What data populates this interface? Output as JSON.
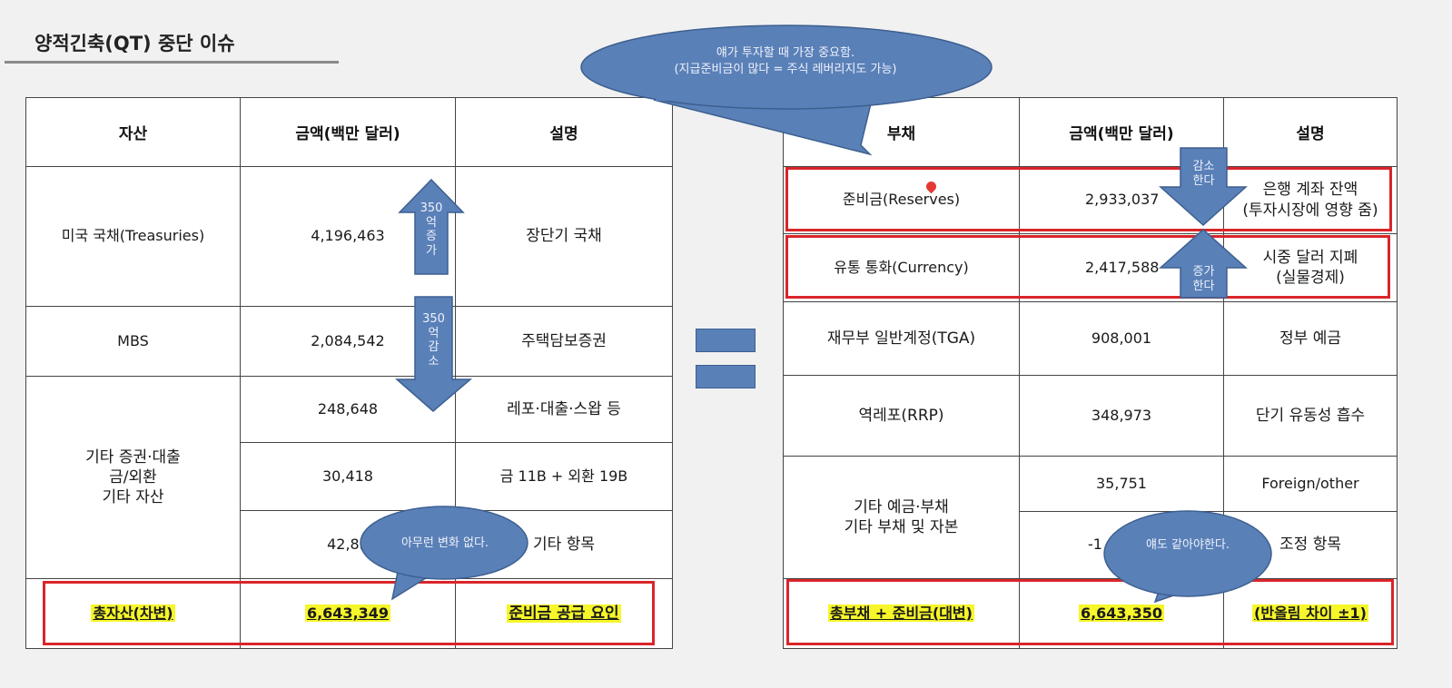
{
  "title": "양적긴축(QT) 중단 이슈",
  "assets": {
    "headers": [
      "자산",
      "금액(백만 달러)",
      "설명"
    ],
    "rows": [
      {
        "name": "미국 국채(Treasuries)",
        "amount": "4,196,463",
        "desc": "장단기 국채"
      },
      {
        "name": "MBS",
        "amount": "2,084,542",
        "desc": "주택담보증권"
      },
      {
        "amount": "248,648",
        "desc": "레포·대출·스왑 등"
      },
      {
        "amount": "30,418",
        "desc": "금 11B + 외환 19B"
      },
      {
        "amount": "42,85",
        "desc": "기타 항목"
      }
    ],
    "other_name": [
      "기타 증권·대출",
      "금/외환",
      "기타 자산"
    ],
    "total": {
      "name": "총자산(차변)",
      "amount": "6,643,349",
      "desc": "준비금 공급 요인"
    }
  },
  "liabilities": {
    "headers": [
      "부채",
      "금액(백만 달러)",
      "설명"
    ],
    "rows": [
      {
        "name": "준비금(Reserves)",
        "amount": "2,933,037",
        "desc": [
          "은행 계좌 잔액",
          "(투자시장에 영향 줌)"
        ]
      },
      {
        "name": "유통 통화(Currency)",
        "amount": "2,417,588",
        "desc": [
          "시중 달러 지폐",
          "(실물경제)"
        ]
      },
      {
        "name": "재무부 일반계정(TGA)",
        "amount": "908,001",
        "desc": [
          "정부 예금"
        ]
      },
      {
        "name": "역레포(RRP)",
        "amount": "348,973",
        "desc": [
          "단기 유동성 흡수"
        ]
      },
      {
        "amount": "35,751",
        "desc": [
          "Foreign/other"
        ]
      },
      {
        "amount": "-1",
        "desc": [
          "조정 항목"
        ]
      }
    ],
    "other_name": [
      "기타 예금·부채",
      "기타 부채 및 자본"
    ],
    "total": {
      "name": "총부채 + 준비금(대변)",
      "amount": "6,643,350",
      "desc": "(반올림 차이 ±1)"
    }
  },
  "annotations": {
    "top_bubble": [
      "얘가 투자할 때 가장 중요함.",
      "(지급준비금이 많다 = 주식 레버리지도 가능)"
    ],
    "left_bubble": "아무런 변화 없다.",
    "right_bubble": "얘도 같아야한다.",
    "arrow_up_left": [
      "350",
      "억",
      "증",
      "가"
    ],
    "arrow_down_left": [
      "350",
      "억",
      "감",
      "소"
    ],
    "arrow_down_right": [
      "감소",
      "한다"
    ],
    "arrow_up_right": [
      "증가",
      "한다"
    ]
  },
  "colors": {
    "accent_blue": "#5a80b8",
    "red": "#d9252a",
    "highlight": "#f6f62a"
  }
}
